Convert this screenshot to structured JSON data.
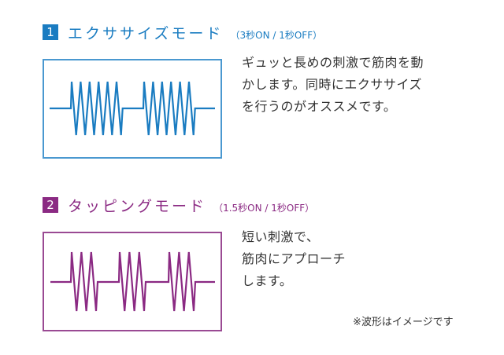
{
  "colors": {
    "exercise": "#1a7cc1",
    "tapping": "#8b2a83"
  },
  "exercise": {
    "number": "1",
    "title": "エクササイズモード",
    "timing": "（3秒ON / 1秒OFF）",
    "desc": [
      "ギュッと長めの刺激で筋肉を動",
      "かします。同時にエクササイズ",
      "を行うのがオススメです。"
    ],
    "pattern": {
      "on_seconds": 3,
      "off_seconds": 1,
      "pulses_per_burst": 6,
      "bursts_shown": 2
    }
  },
  "tapping": {
    "number": "2",
    "title": "タッピングモード",
    "timing": "（1.5秒ON / 1秒OFF）",
    "desc": [
      "短い刺激で、",
      "筋肉にアプローチ",
      "します。"
    ],
    "pattern": {
      "on_seconds": 1.5,
      "off_seconds": 1,
      "pulses_per_burst": 3,
      "bursts_shown": 3
    }
  },
  "note": "※波形はイメージです"
}
